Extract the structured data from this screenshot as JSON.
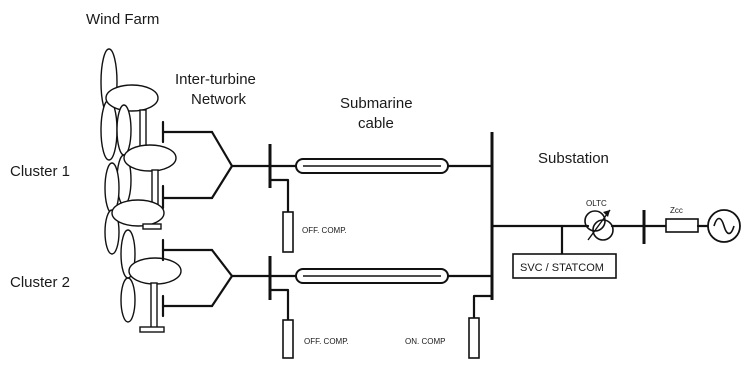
{
  "labels": {
    "wind_farm": "Wind Farm",
    "inter_turbine_line1": "Inter-turbine",
    "inter_turbine_line2": "Network",
    "submarine_line1": "Submarine",
    "submarine_line2": "cable",
    "substation": "Substation",
    "cluster1": "Cluster 1",
    "cluster2": "Cluster 2",
    "off_comp_upper": "OFF. COMP.",
    "off_comp_lower": "OFF. COMP.",
    "on_comp": "ON. COMP",
    "oltc": "OLTC",
    "zcc": "Zcc",
    "svc_statcom": "SVC / STATCOM"
  }
}
